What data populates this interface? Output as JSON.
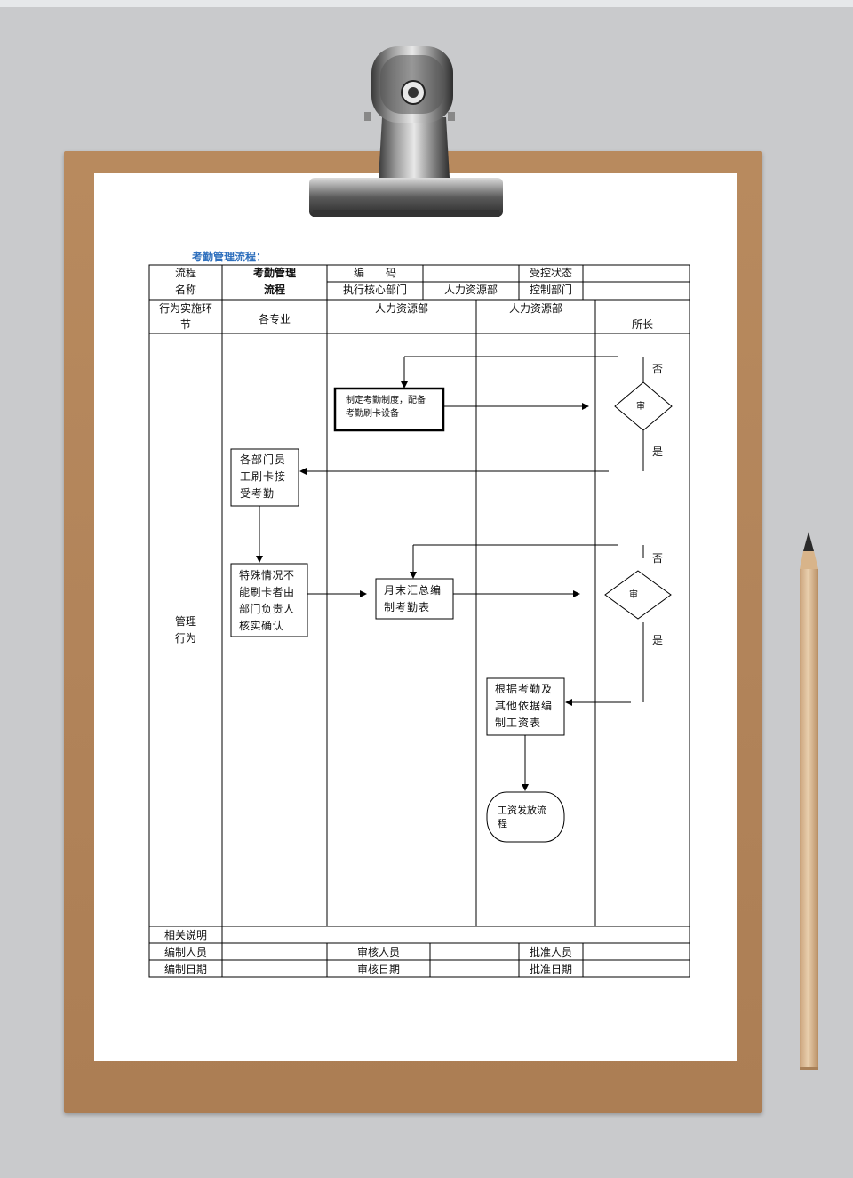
{
  "doc": {
    "title": "考勤管理流程：",
    "header": {
      "flow_label_1": "流程",
      "flow_label_2": "名称",
      "flow_name_1": "考勤管理",
      "flow_name_2": "流程",
      "code_label": "编　　码",
      "controlled_status": "受控状态",
      "exec_dept_label": "执行核心部门",
      "exec_dept": "人力资源部",
      "control_dept_label": "控制部门"
    },
    "columns": {
      "stage_1": "行为实施环",
      "stage_2": "节",
      "col1": "各专业",
      "col2": "人力资源部",
      "col3": "人力资源部",
      "col4": "所长"
    },
    "row_label_1": "管理",
    "row_label_2": "行为",
    "nodes": {
      "make_policy": [
        "制定考勤制度，配备",
        "考勤刷卡设备"
      ],
      "review_1": "审",
      "no_1": "否",
      "yes_1": "是",
      "staff_clock": [
        "各部门员",
        "工刷卡接",
        "受考勤"
      ],
      "special_case": [
        "特殊情况不",
        "能刷卡者由",
        "部门负责人",
        "核实确认"
      ],
      "monthly_summary": [
        "月末汇总编",
        "制考勤表"
      ],
      "review_2": "审",
      "no_2": "否",
      "yes_2": "是",
      "payroll": [
        "根据考勤及",
        "其他依据编",
        "制工资表"
      ],
      "salary_flow": [
        "工资发放流",
        "程"
      ]
    },
    "footer": {
      "notes": "相关说明",
      "prepared_by": "编制人员",
      "reviewed_by": "审核人员",
      "approved_by": "批准人员",
      "prepared_date": "编制日期",
      "reviewed_date": "审核日期",
      "approved_date": "批准日期"
    }
  }
}
